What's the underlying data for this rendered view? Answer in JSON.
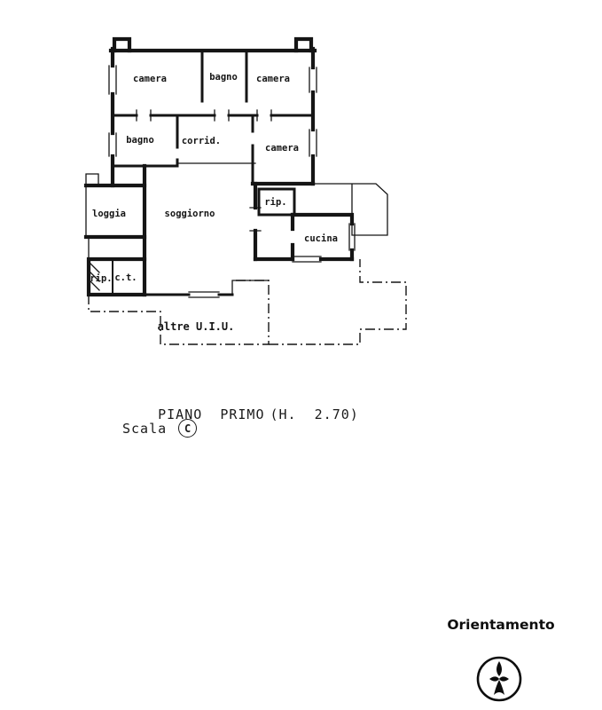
{
  "plan": {
    "rooms": [
      {
        "id": "camera-1",
        "label": "camera"
      },
      {
        "id": "bagno-1",
        "label": "bagno"
      },
      {
        "id": "camera-2",
        "label": "camera"
      },
      {
        "id": "bagno-2",
        "label": "bagno"
      },
      {
        "id": "corridoio",
        "label": "corrid."
      },
      {
        "id": "camera-3",
        "label": "camera"
      },
      {
        "id": "loggia",
        "label": "loggia"
      },
      {
        "id": "soggiorno",
        "label": "soggiorno"
      },
      {
        "id": "rip-1",
        "label": "rip."
      },
      {
        "id": "cucina",
        "label": "cucina"
      },
      {
        "id": "rip-2",
        "label": "rip."
      },
      {
        "id": "ct",
        "label": "c.t."
      }
    ],
    "other_units_label": "altre U.I.U."
  },
  "caption": {
    "floor_label": "PIANO  PRIMO",
    "height_label": "(H.  2.70)",
    "scale_label": "Scala",
    "scale_letter": "C"
  },
  "orientation": {
    "label": "Orientamento",
    "icon": "north-arrow-icon"
  },
  "colors": {
    "ink": "#151515",
    "paper": "#ffffff"
  }
}
